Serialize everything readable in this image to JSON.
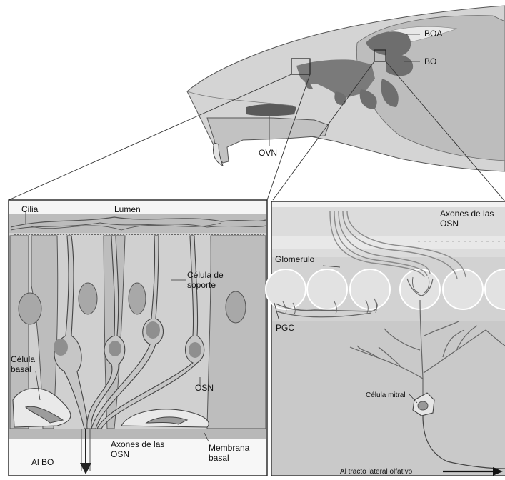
{
  "colors": {
    "skull": "#d4d4d4",
    "skull_dark": "#b3b3b3",
    "bulb": "#6e6e6e",
    "tissue": "#cfcfcf",
    "tissue_dark": "#a9a9a9",
    "cell": "#bdbdbd",
    "nucleus": "#8f8f8f",
    "line": "#3c3c3c"
  },
  "head": {
    "boa": "BOA",
    "bo": "BO",
    "ovn": "OVN"
  },
  "epithelium": {
    "cilia": "Cilia",
    "lumen": "Lumen",
    "support_cell": "Célula de soporte",
    "basal_cell": "Célula basal",
    "osn": "OSN",
    "axons": "Axones de las OSN",
    "basal_membrane": "Membrana basal",
    "to_bo": "Al BO"
  },
  "bulb": {
    "axons": "Axones de las OSN",
    "glomerulo": "Glomerulo",
    "pgc": "PGC",
    "mitral_cell": "Célula mitral",
    "tract": "Al tracto lateral olfativo"
  }
}
